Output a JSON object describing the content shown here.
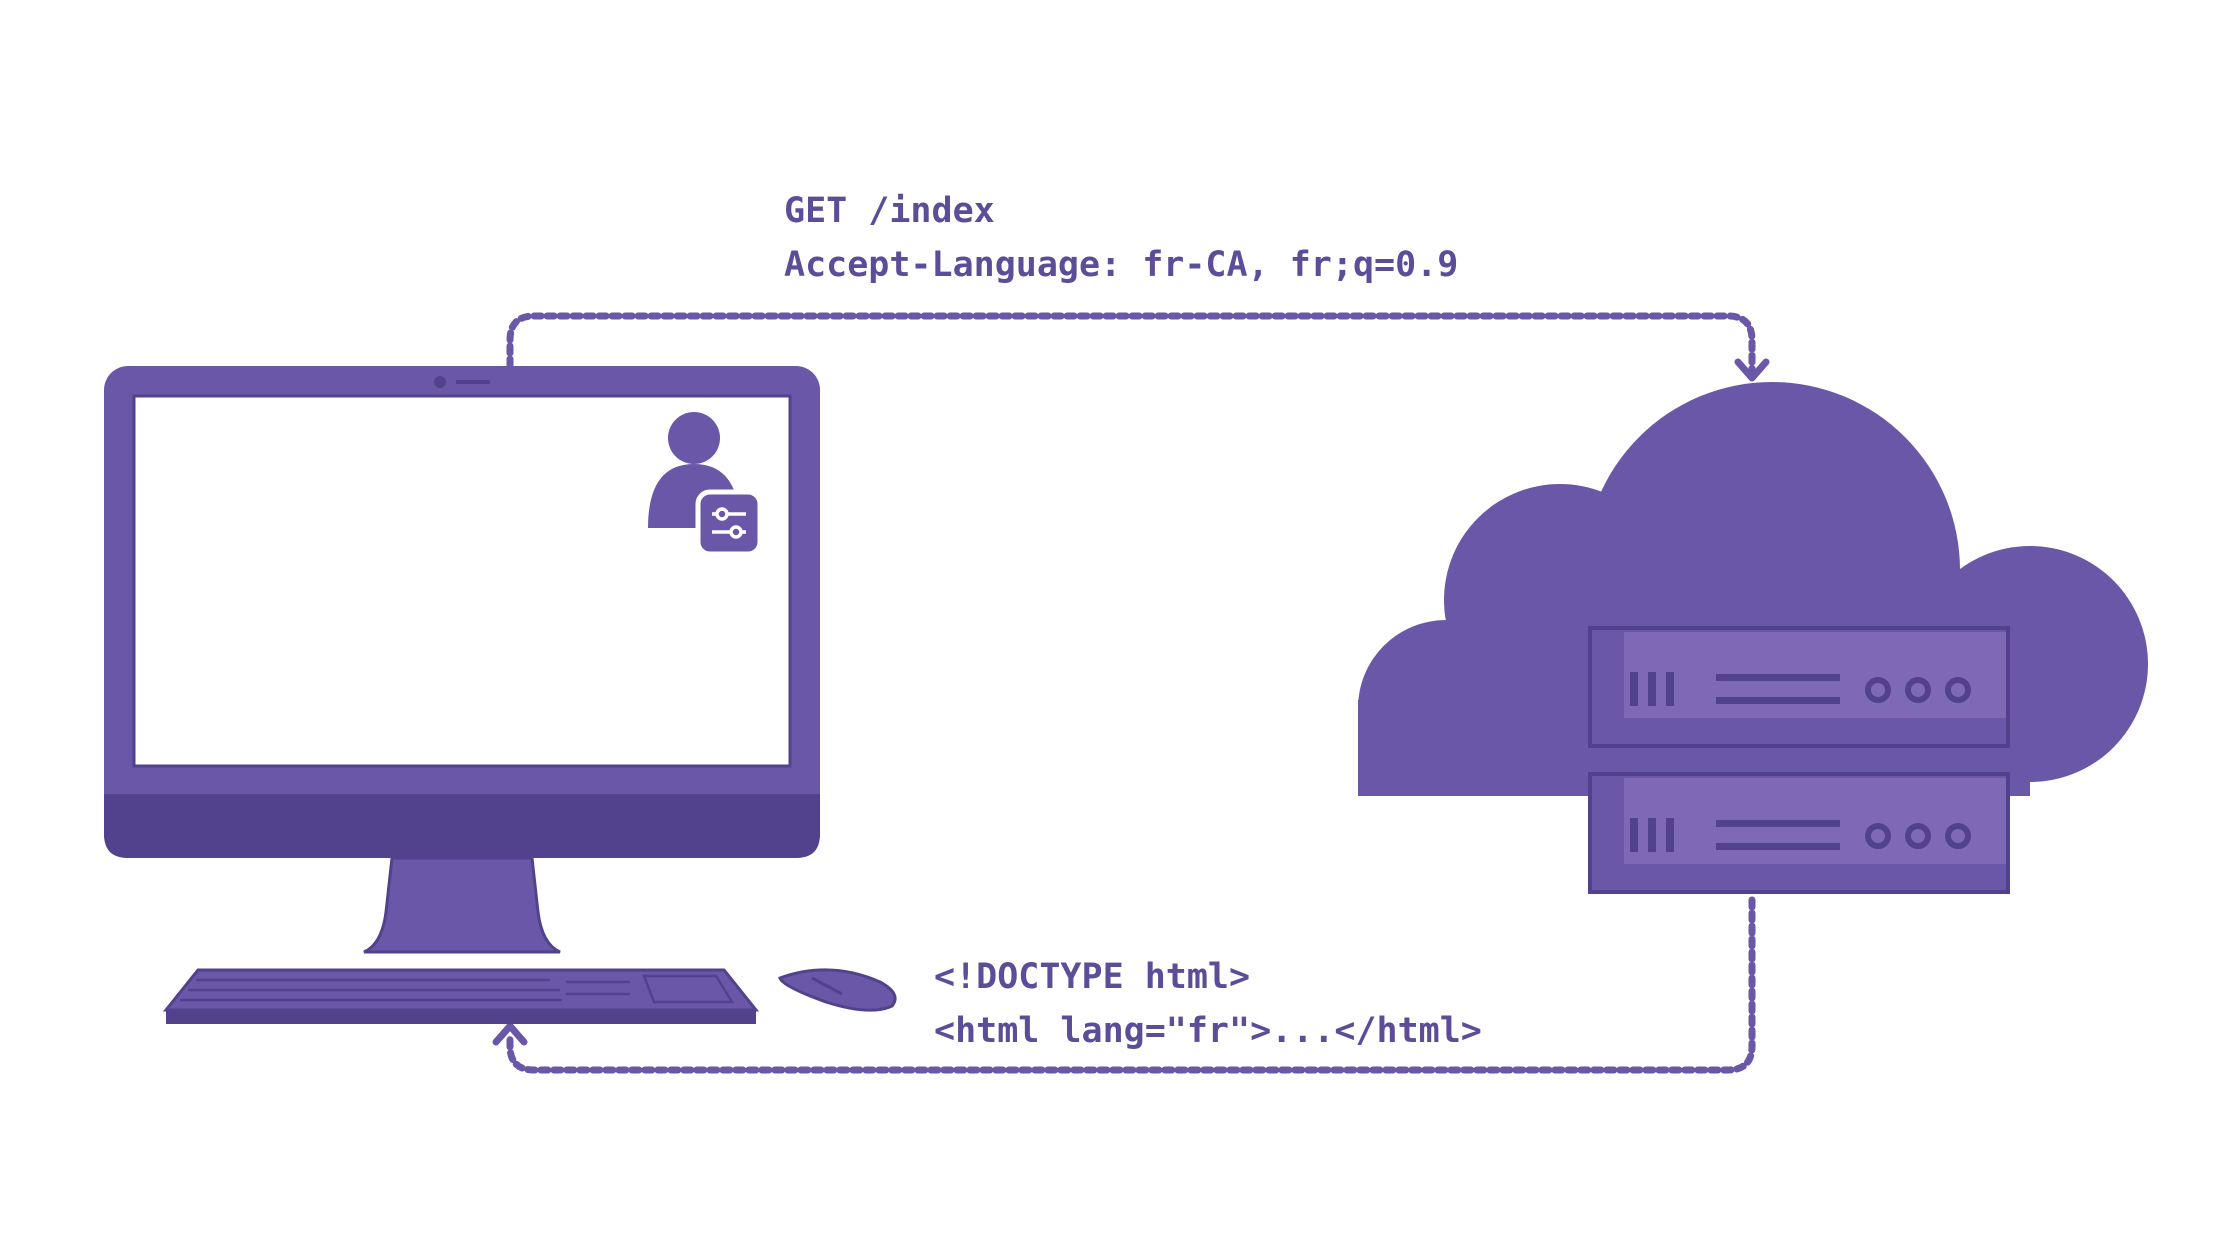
{
  "colors": {
    "primary": "#6a57a7",
    "dark": "#52428e",
    "light": "#7d69b6",
    "background": "#ffffff",
    "text": "#5d4d99"
  },
  "request": {
    "line1": "GET /index",
    "line2": "Accept-Language: fr-CA, fr;q=0.9"
  },
  "response": {
    "line1": "<!DOCTYPE html>",
    "line2": "<html lang=\"fr\">...</html>"
  },
  "icons": [
    "desktop-computer-icon",
    "user-settings-icon",
    "sliders-icon",
    "keyboard-icon",
    "mouse-icon",
    "cloud-icon",
    "server-icon"
  ]
}
